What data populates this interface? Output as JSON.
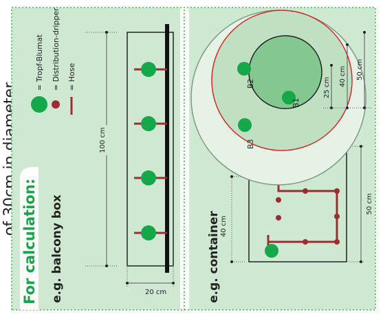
{
  "cut_heading": "of 30cm in diameter.",
  "for_calc_label": "For calculation:",
  "legend": {
    "tropf": "= Tropf-Blumat",
    "dripper": "= Distribution-dripper",
    "hose": "= Hose"
  },
  "balcony": {
    "title": "e.g. balcony box",
    "length": "100 cm",
    "width": "20 cm"
  },
  "container": {
    "title": "e.g. container",
    "height": "40 cm",
    "width": "50 cm"
  },
  "circles": {
    "b1": "B1",
    "b2": "B2",
    "b3": "B3",
    "dim_25": "25 cm",
    "dim_40": "40 cm",
    "dim_50": "50 cm"
  },
  "colors": {
    "panel_bg": "#cfe8d2",
    "plant_green": "#14a84a",
    "hose_red": "#9b2d30",
    "title_green": "#1aa34a",
    "circle_red": "#d32a2a"
  }
}
